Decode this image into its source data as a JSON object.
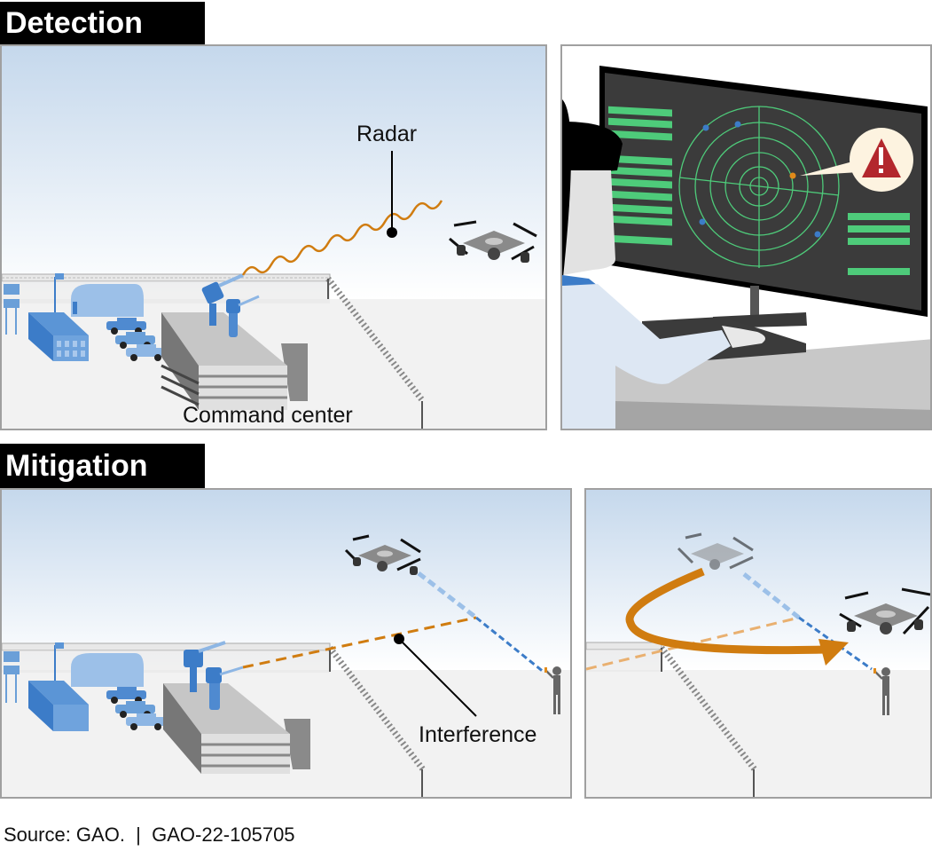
{
  "sections": {
    "detection": {
      "title": "Detection",
      "labels": {
        "radar": "Radar",
        "command_center": "Command center"
      }
    },
    "mitigation": {
      "title": "Mitigation",
      "labels": {
        "interference": "Interference"
      }
    }
  },
  "footer": {
    "source": "Source: GAO.  |  GAO-22-105705"
  },
  "colors": {
    "signal_orange": "#d07c10",
    "facility_blue": "#3c7cc8",
    "radar_green": "#4ecb7a",
    "alert_red": "#b3272d",
    "screen_dark": "#3b3b3b"
  }
}
